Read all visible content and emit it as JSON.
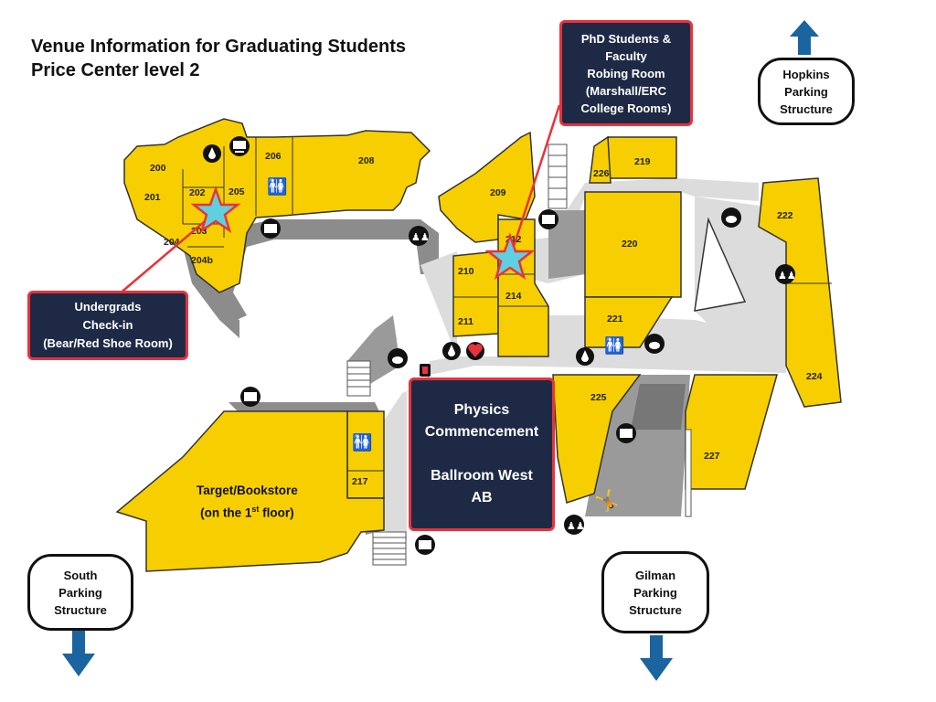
{
  "title": {
    "line1": "Venue Information for Graduating Students",
    "line2": "Price Center level 2"
  },
  "rooms": [
    "200",
    "201",
    "202",
    "203",
    "204",
    "204b",
    "205",
    "206",
    "208",
    "209",
    "210",
    "211",
    "212",
    "214",
    "217",
    "219",
    "220",
    "221",
    "222",
    "224",
    "225",
    "226",
    "227"
  ],
  "callouts": {
    "phd": {
      "lines": [
        "PhD Students &",
        "Faculty",
        "Robing Room",
        "(Marshall/ERC",
        "College Rooms)"
      ]
    },
    "undergrad": {
      "lines": [
        "Undergrads",
        "Check-in",
        "(Bear/Red Shoe Room)"
      ]
    },
    "physics": {
      "lines": [
        "Physics",
        "Commencement",
        "",
        "Ballroom West",
        "AB"
      ]
    }
  },
  "parking": {
    "hopkins": {
      "lines": [
        "Hopkins",
        "Parking",
        "Structure"
      ]
    },
    "south": {
      "lines": [
        "South",
        "Parking",
        "Structure"
      ]
    },
    "gilman": {
      "lines": [
        "Gilman",
        "Parking",
        "Structure"
      ]
    }
  },
  "store": {
    "line1": "Target/Bookstore",
    "line2_prefix": "(on the 1",
    "line2_sup": "st",
    "line2_suffix": " floor)"
  },
  "colors": {
    "room_yellow": "#f7cf00",
    "corridor_gray": "#8c8c8c",
    "floor_light": "#dcdcdc",
    "callout_navy": "#1e2a45",
    "callout_border": "#e8323c",
    "star_fill": "#5fd0e0",
    "arrow_blue": "#1a64a0"
  },
  "icons": [
    "water-icon",
    "computer-icon",
    "restroom-icon",
    "dining-icon",
    "elevator-icon",
    "stairs-icon",
    "aed-icon",
    "info-icon"
  ]
}
